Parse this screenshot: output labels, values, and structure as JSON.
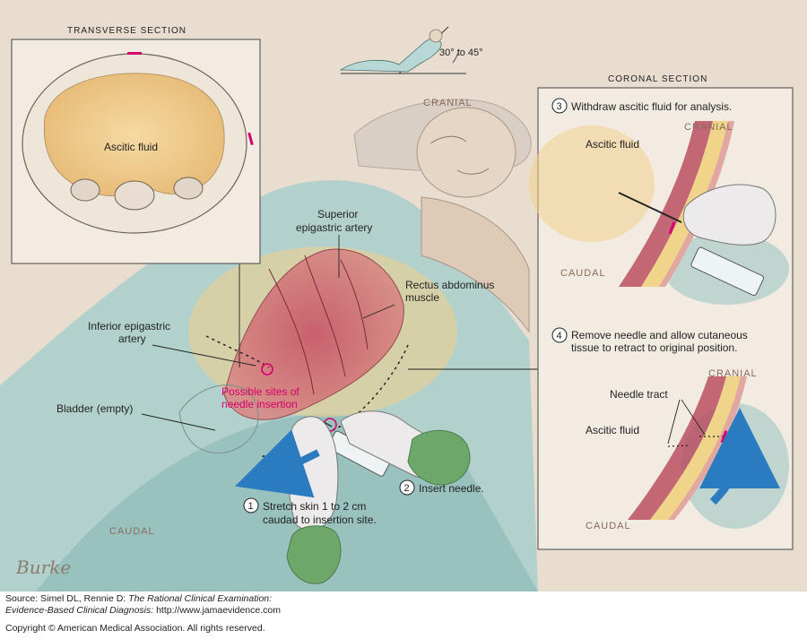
{
  "transverse": {
    "title": "TRANSVERSE SECTION",
    "fluid_label": "Ascitic fluid"
  },
  "position": {
    "angle_label": "30° to 45°"
  },
  "orientation": {
    "cranial": "CRANIAL",
    "caudal": "CAUDAL"
  },
  "anatomy": {
    "superior_artery_line1": "Superior",
    "superior_artery_line2": "epigastric artery",
    "rectus_line1": "Rectus abdominus",
    "rectus_line2": "muscle",
    "inferior_artery_line1": "Inferior epigastric",
    "inferior_artery_line2": "artery",
    "bladder": "Bladder (empty)",
    "sites_line1": "Possible sites of",
    "sites_line2": "needle insertion"
  },
  "steps": {
    "step1_num": "1",
    "step1_line1": "Stretch skin 1 to 2 cm",
    "step1_line2": "caudad to insertion site.",
    "step2_num": "2",
    "step2_text": "Insert needle."
  },
  "coronal": {
    "title": "CORONAL SECTION",
    "step3_num": "3",
    "step3_text": "Withdraw ascitic fluid for analysis.",
    "upper_cranial": "CRANIAL",
    "upper_caudal": "CAUDAL",
    "upper_fluid": "Ascitic fluid",
    "step4_num": "4",
    "step4_line1": "Remove needle and allow cutaneous",
    "step4_line2": "tissue to retract to original position.",
    "lower_cranial": "CRANIAL",
    "lower_caudal": "CAUDAL",
    "needle_tract": "Needle tract",
    "lower_fluid": "Ascitic fluid"
  },
  "signature": "Burke",
  "footer": {
    "source_prefix": "Source: Simel DL, Rennie D: ",
    "source_title_1": "The Rational Clinical Examination:",
    "source_title_2": "Evidence-Based Clinical Diagnosis:",
    "source_url": " http://www.jamaevidence.com",
    "copyright": "Copyright © American Medical Association. All rights reserved."
  },
  "colors": {
    "background": "#e9ddd0",
    "accent_magenta": "#d4006e",
    "drape_blue": "#9fc7c4",
    "arrow_blue": "#2b7bc0",
    "muscle_red": "#b8465a",
    "fluid_yellow": "#f3cf8c"
  }
}
